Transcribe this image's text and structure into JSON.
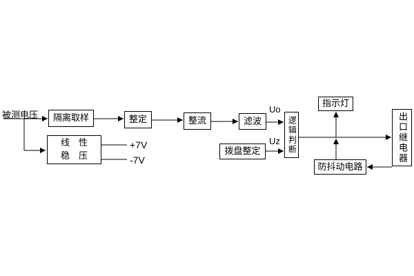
{
  "diagram": {
    "nodes": {
      "measured_voltage": "被测电压",
      "isolation": "隔离取样",
      "setting": "整定",
      "rectifier": "整流",
      "filter": "滤波",
      "logic": "逻辑判断",
      "indicator": "指示灯",
      "relay": "出口继电器",
      "antijitter": "防抖动电路",
      "regulator_line1": "线　性",
      "regulator_line2": "稳　压",
      "dial": "拨盘整定"
    },
    "labels": {
      "uo": "Uo",
      "uz": "Uz",
      "plus7v": "+7V",
      "minus7v": "-7V"
    },
    "colors": {
      "line": "#000000",
      "background": "#ffffff",
      "box_fill": "#ffffff"
    }
  }
}
